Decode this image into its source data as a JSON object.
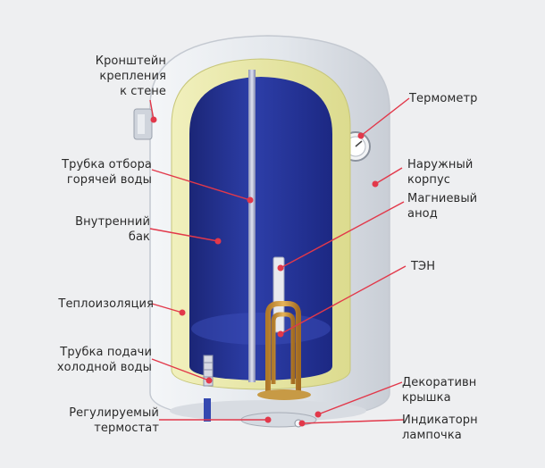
{
  "diagram": {
    "labels": {
      "bracket": "Кронштейн\nкрепления\nк стене",
      "thermometer": "Термометр",
      "hot_water_pipe": "Трубка отбора\nгорячей воды",
      "outer_casing": "Наружный\nкорпус",
      "inner_tank": "Внутренний\nбак",
      "magnesium_anode": "Магниевый\nанод",
      "heating_element": "ТЭН",
      "insulation": "Теплоизоляция",
      "cold_water_pipe": "Трубка подачи\nхолодной воды",
      "decorative_cover": "Декоративн\nкрышка",
      "thermostat": "Регулируемый\nтермостат",
      "indicator_lamp": "Индикаторн\nлампочка"
    },
    "colors": {
      "background": "#eeeff1",
      "casing": "#dfe3e8",
      "insulation": "#e7e6a2",
      "tank": "#2d3c9e",
      "leader": "#e2384a"
    }
  }
}
